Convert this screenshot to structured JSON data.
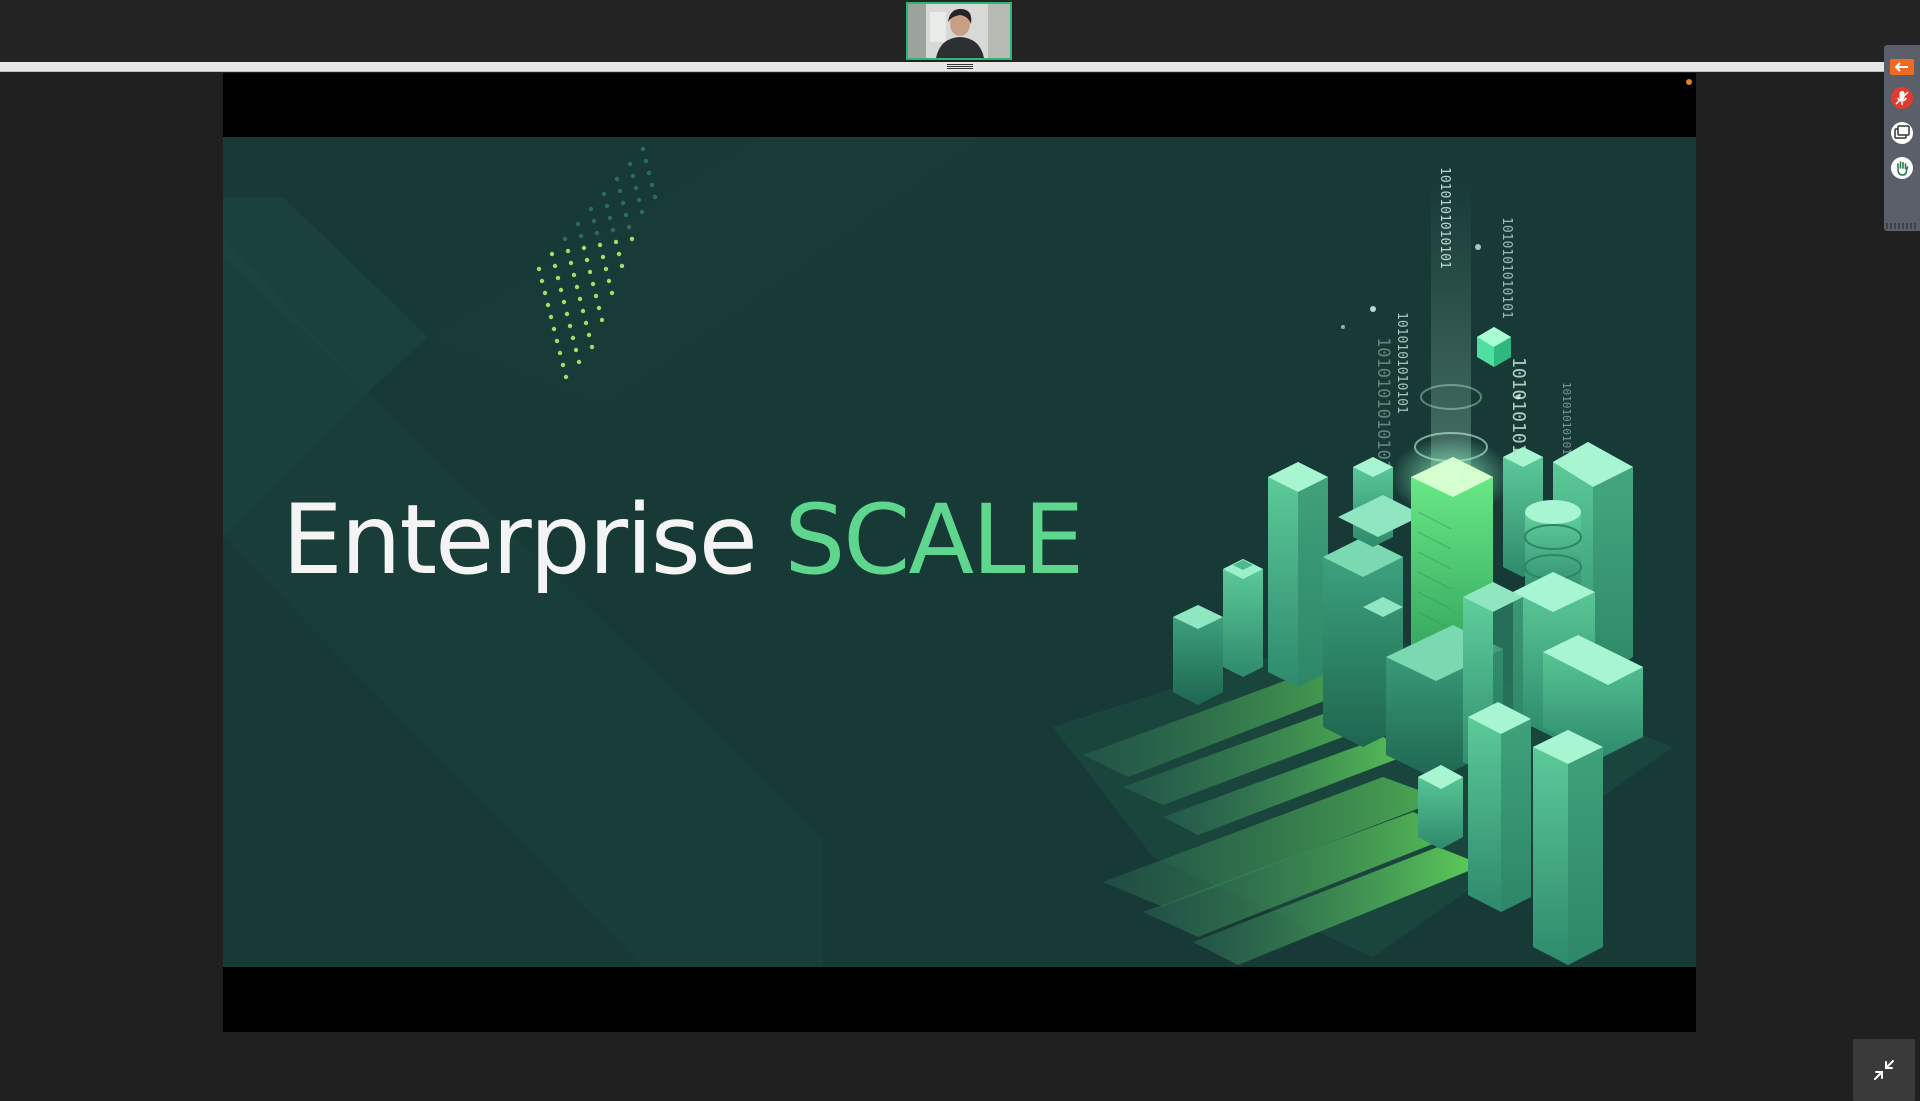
{
  "meeting": {
    "participant_video": {
      "name": "participant-video-tile"
    },
    "slide": {
      "title_main": "Enterprise",
      "title_accent": "SCALE",
      "binary_text": "1010101010101",
      "colors": {
        "background": "#173a36",
        "accent": "#5fd68e",
        "title": "#f4f4f4"
      }
    },
    "controls": {
      "exit_fullscreen_icon": "collapse-arrows-icon",
      "side_toolbar": [
        {
          "name": "exit-share-icon",
          "color": "#f06a22"
        },
        {
          "name": "mute-microphone-icon",
          "color": "#e23b2e"
        },
        {
          "name": "share-screen-icon",
          "color": "#ffffff"
        },
        {
          "name": "raise-hand-icon",
          "color": "#ffffff"
        }
      ]
    }
  }
}
